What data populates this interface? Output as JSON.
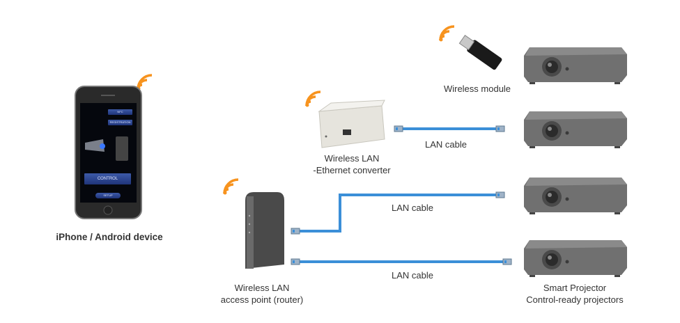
{
  "colors": {
    "wifi": "#f7931e",
    "cable": "#3b8fd8",
    "projector": "#6e6e6e"
  },
  "phone": {
    "label": "iPhone / Android device",
    "screen": {
      "nfc": "NFC",
      "registration": "REGISTRATION",
      "control": "CONTROL",
      "setup": "SETUP"
    }
  },
  "wireless_module": {
    "label": "Wireless module"
  },
  "converter": {
    "label_line1": "Wireless LAN",
    "label_line2": "-Ethernet converter"
  },
  "router": {
    "label_line1": "Wireless LAN",
    "label_line2": "access point (router)"
  },
  "projectors": {
    "label_line1": "Smart Projector",
    "label_line2": "Control-ready projectors"
  },
  "cables": [
    {
      "label": "LAN cable"
    },
    {
      "label": "LAN cable"
    },
    {
      "label": "LAN cable"
    }
  ]
}
